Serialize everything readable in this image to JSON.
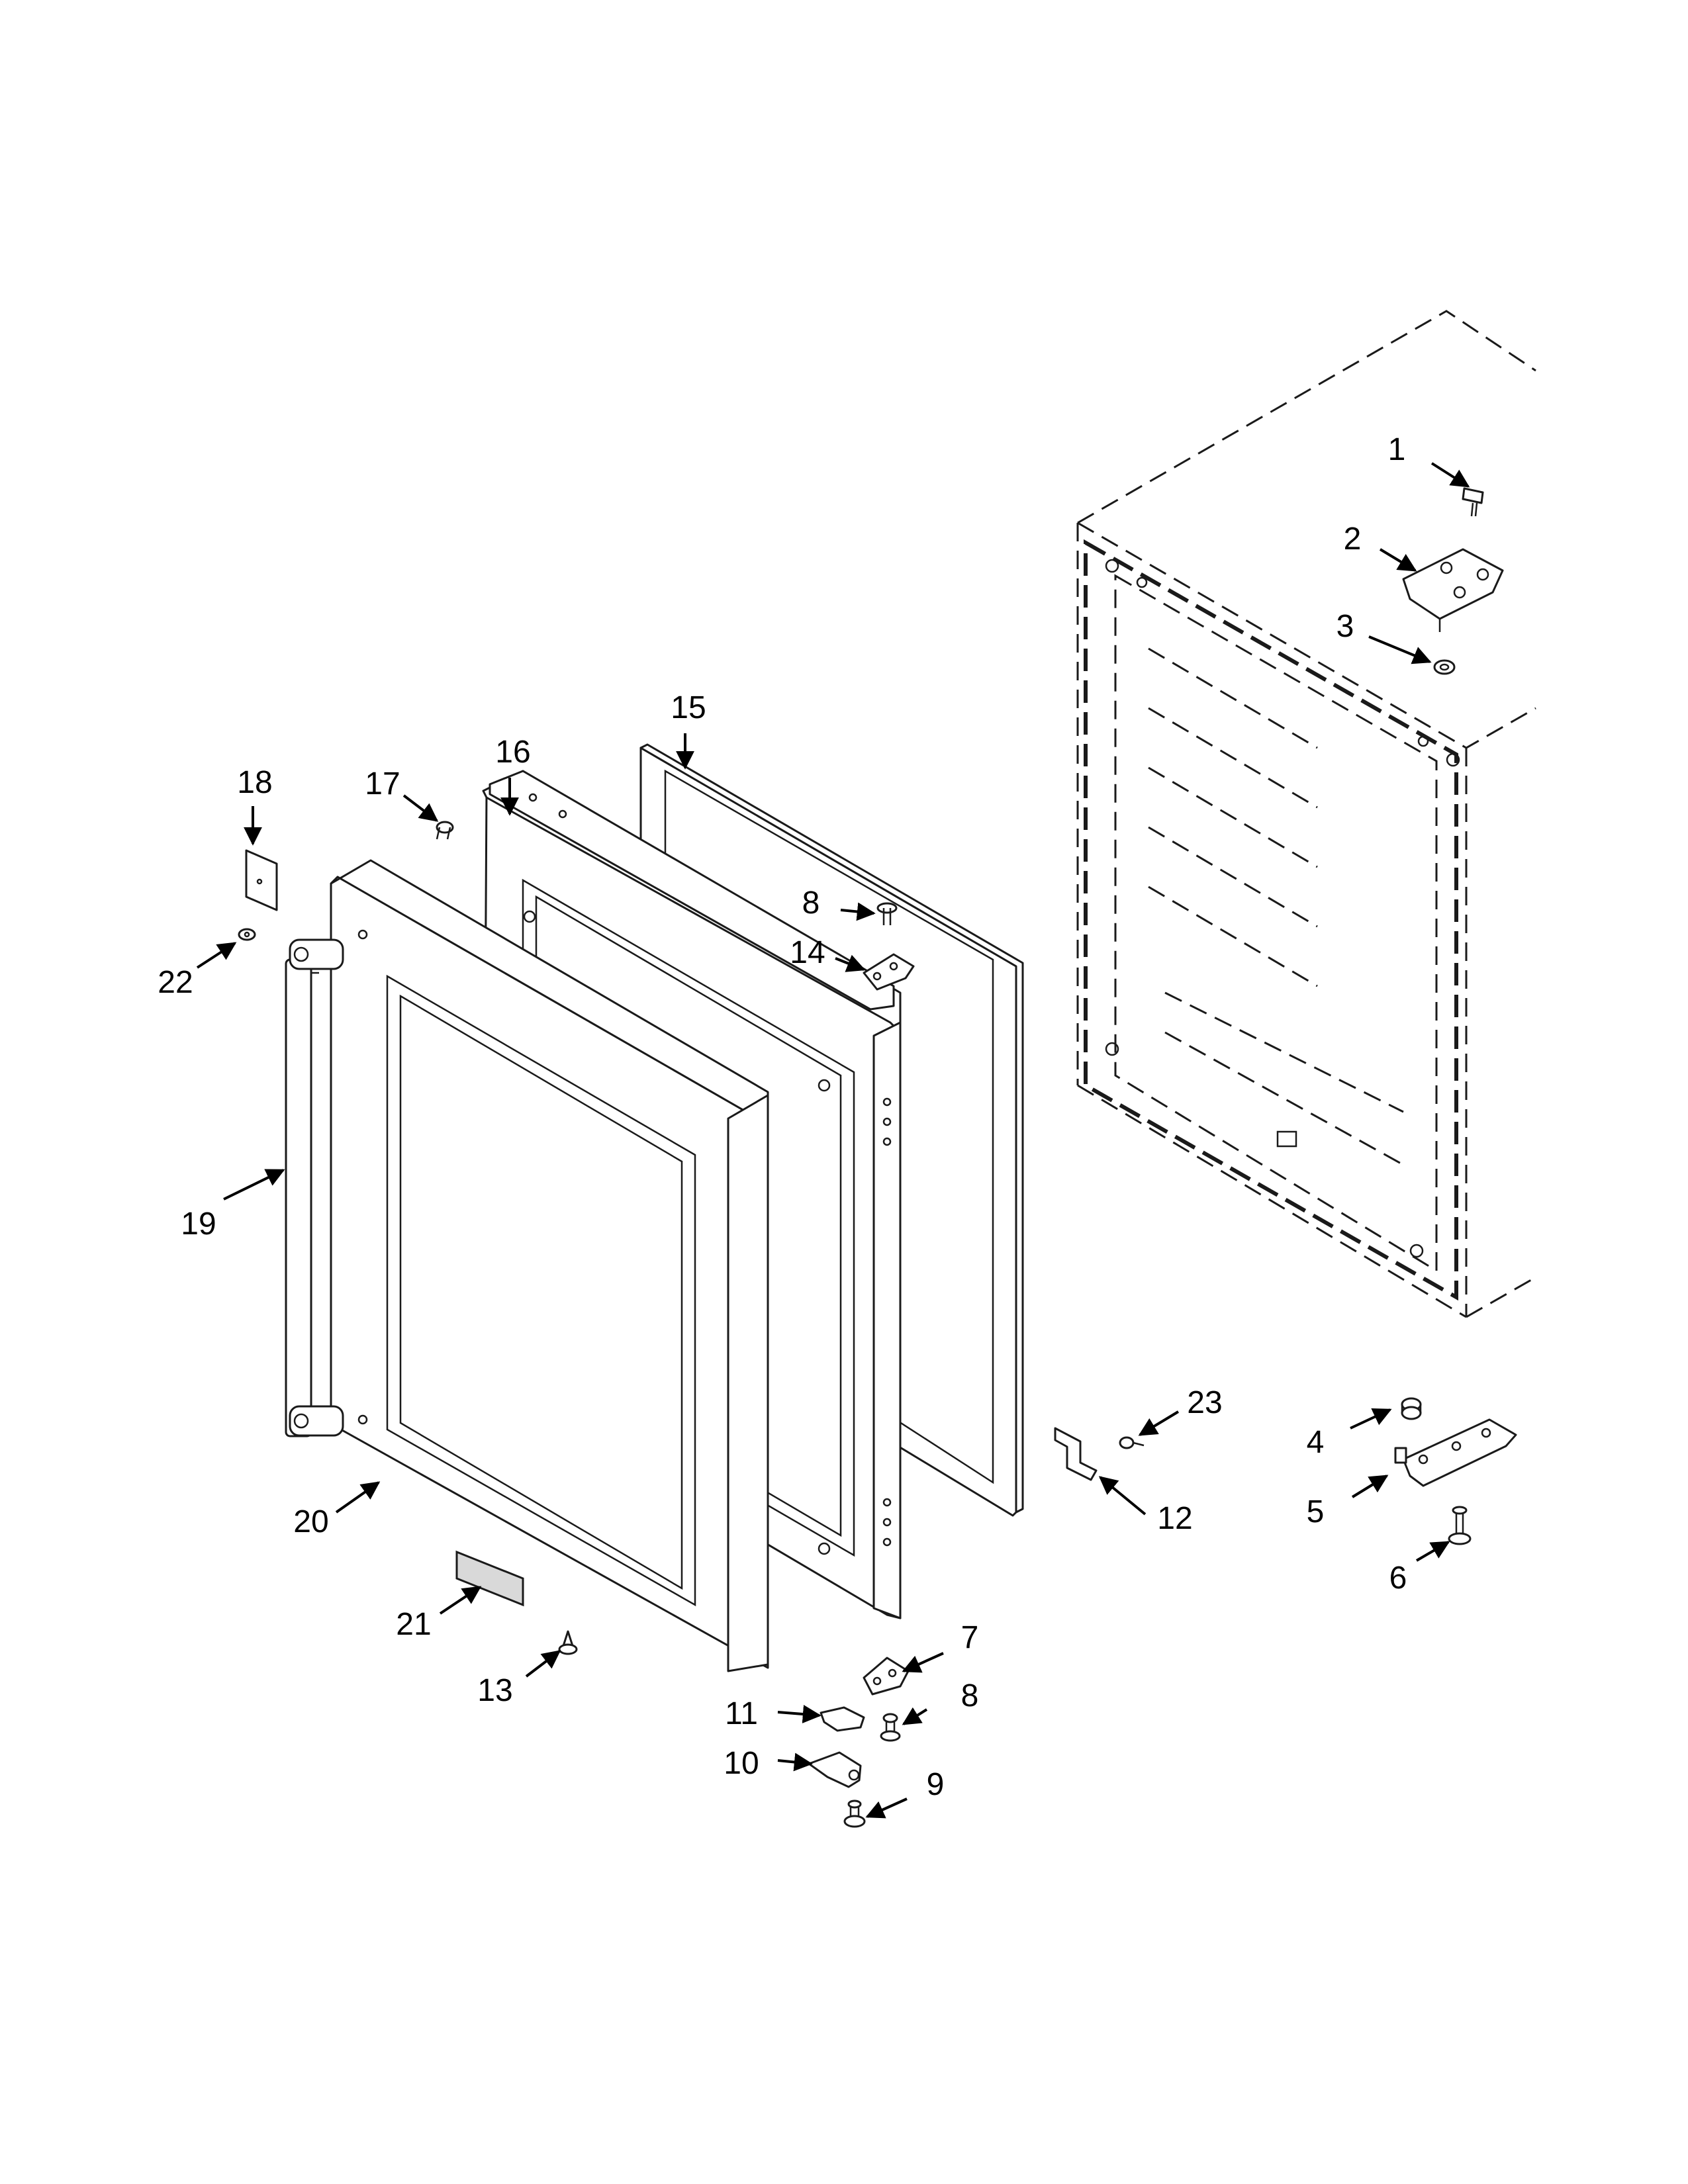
{
  "callouts": [
    {
      "id": "c1",
      "label": "1"
    },
    {
      "id": "c2",
      "label": "2"
    },
    {
      "id": "c3",
      "label": "3"
    },
    {
      "id": "c4",
      "label": "4"
    },
    {
      "id": "c5",
      "label": "5"
    },
    {
      "id": "c6",
      "label": "6"
    },
    {
      "id": "c7",
      "label": "7"
    },
    {
      "id": "c8a",
      "label": "8"
    },
    {
      "id": "c8b",
      "label": "8"
    },
    {
      "id": "c9",
      "label": "9"
    },
    {
      "id": "c10",
      "label": "10"
    },
    {
      "id": "c11",
      "label": "11"
    },
    {
      "id": "c12",
      "label": "12"
    },
    {
      "id": "c13",
      "label": "13"
    },
    {
      "id": "c14",
      "label": "14"
    },
    {
      "id": "c15",
      "label": "15"
    },
    {
      "id": "c16",
      "label": "16"
    },
    {
      "id": "c17",
      "label": "17"
    },
    {
      "id": "c18",
      "label": "18"
    },
    {
      "id": "c19",
      "label": "19"
    },
    {
      "id": "c20",
      "label": "20"
    },
    {
      "id": "c21",
      "label": "21"
    },
    {
      "id": "c22",
      "label": "22"
    },
    {
      "id": "c23",
      "label": "23"
    }
  ]
}
